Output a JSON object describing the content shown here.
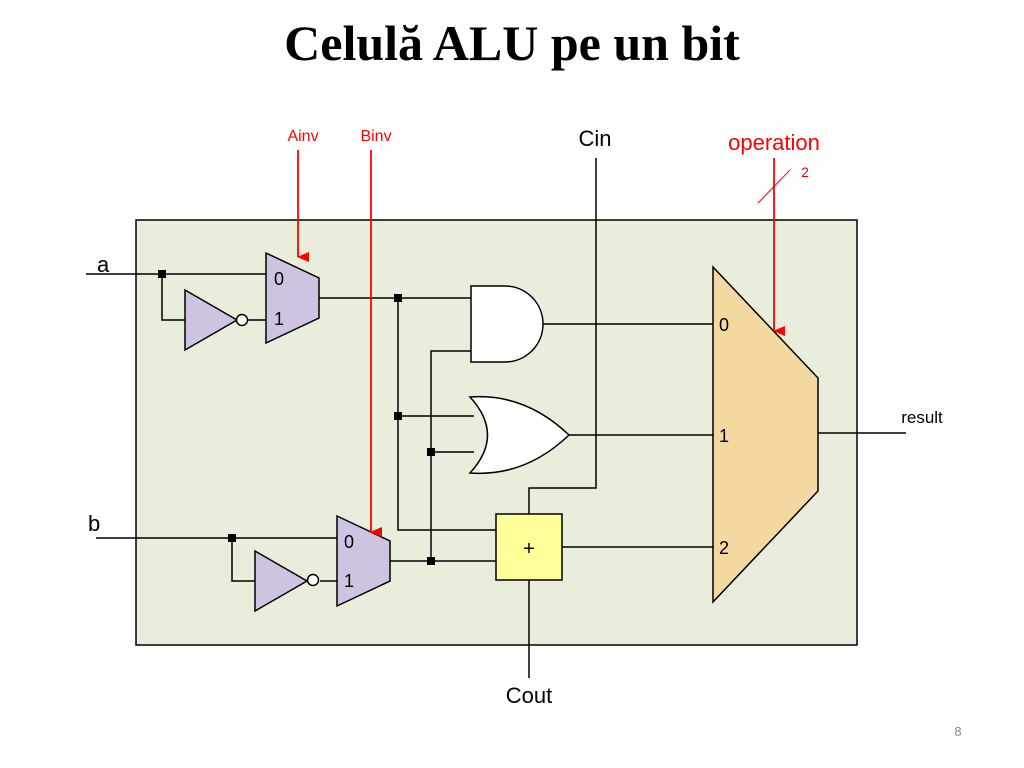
{
  "slide": {
    "title": "Celulă ALU pe un bit",
    "page_number": "8"
  },
  "labels": {
    "input_a": "a",
    "input_b": "b",
    "ainv": "Ainv",
    "binv": "Binv",
    "cin": "Cin",
    "cout": "Cout",
    "operation": "operation",
    "operation_width": "2",
    "result": "result"
  },
  "mux_a": {
    "in0": "0",
    "in1": "1"
  },
  "mux_b": {
    "in0": "0",
    "in1": "1"
  },
  "adder": {
    "symbol": "+"
  },
  "output_mux": {
    "in0": "0",
    "in1": "1",
    "in2": "2"
  },
  "colors": {
    "block_fill": "#e9eddc",
    "input_mux_fill": "#cfc3e2",
    "inverter_fill": "#cfc3e2",
    "output_mux_fill": "#f3d9a0",
    "adder_fill": "#ffff99",
    "control_arrow": "#ff0000"
  }
}
